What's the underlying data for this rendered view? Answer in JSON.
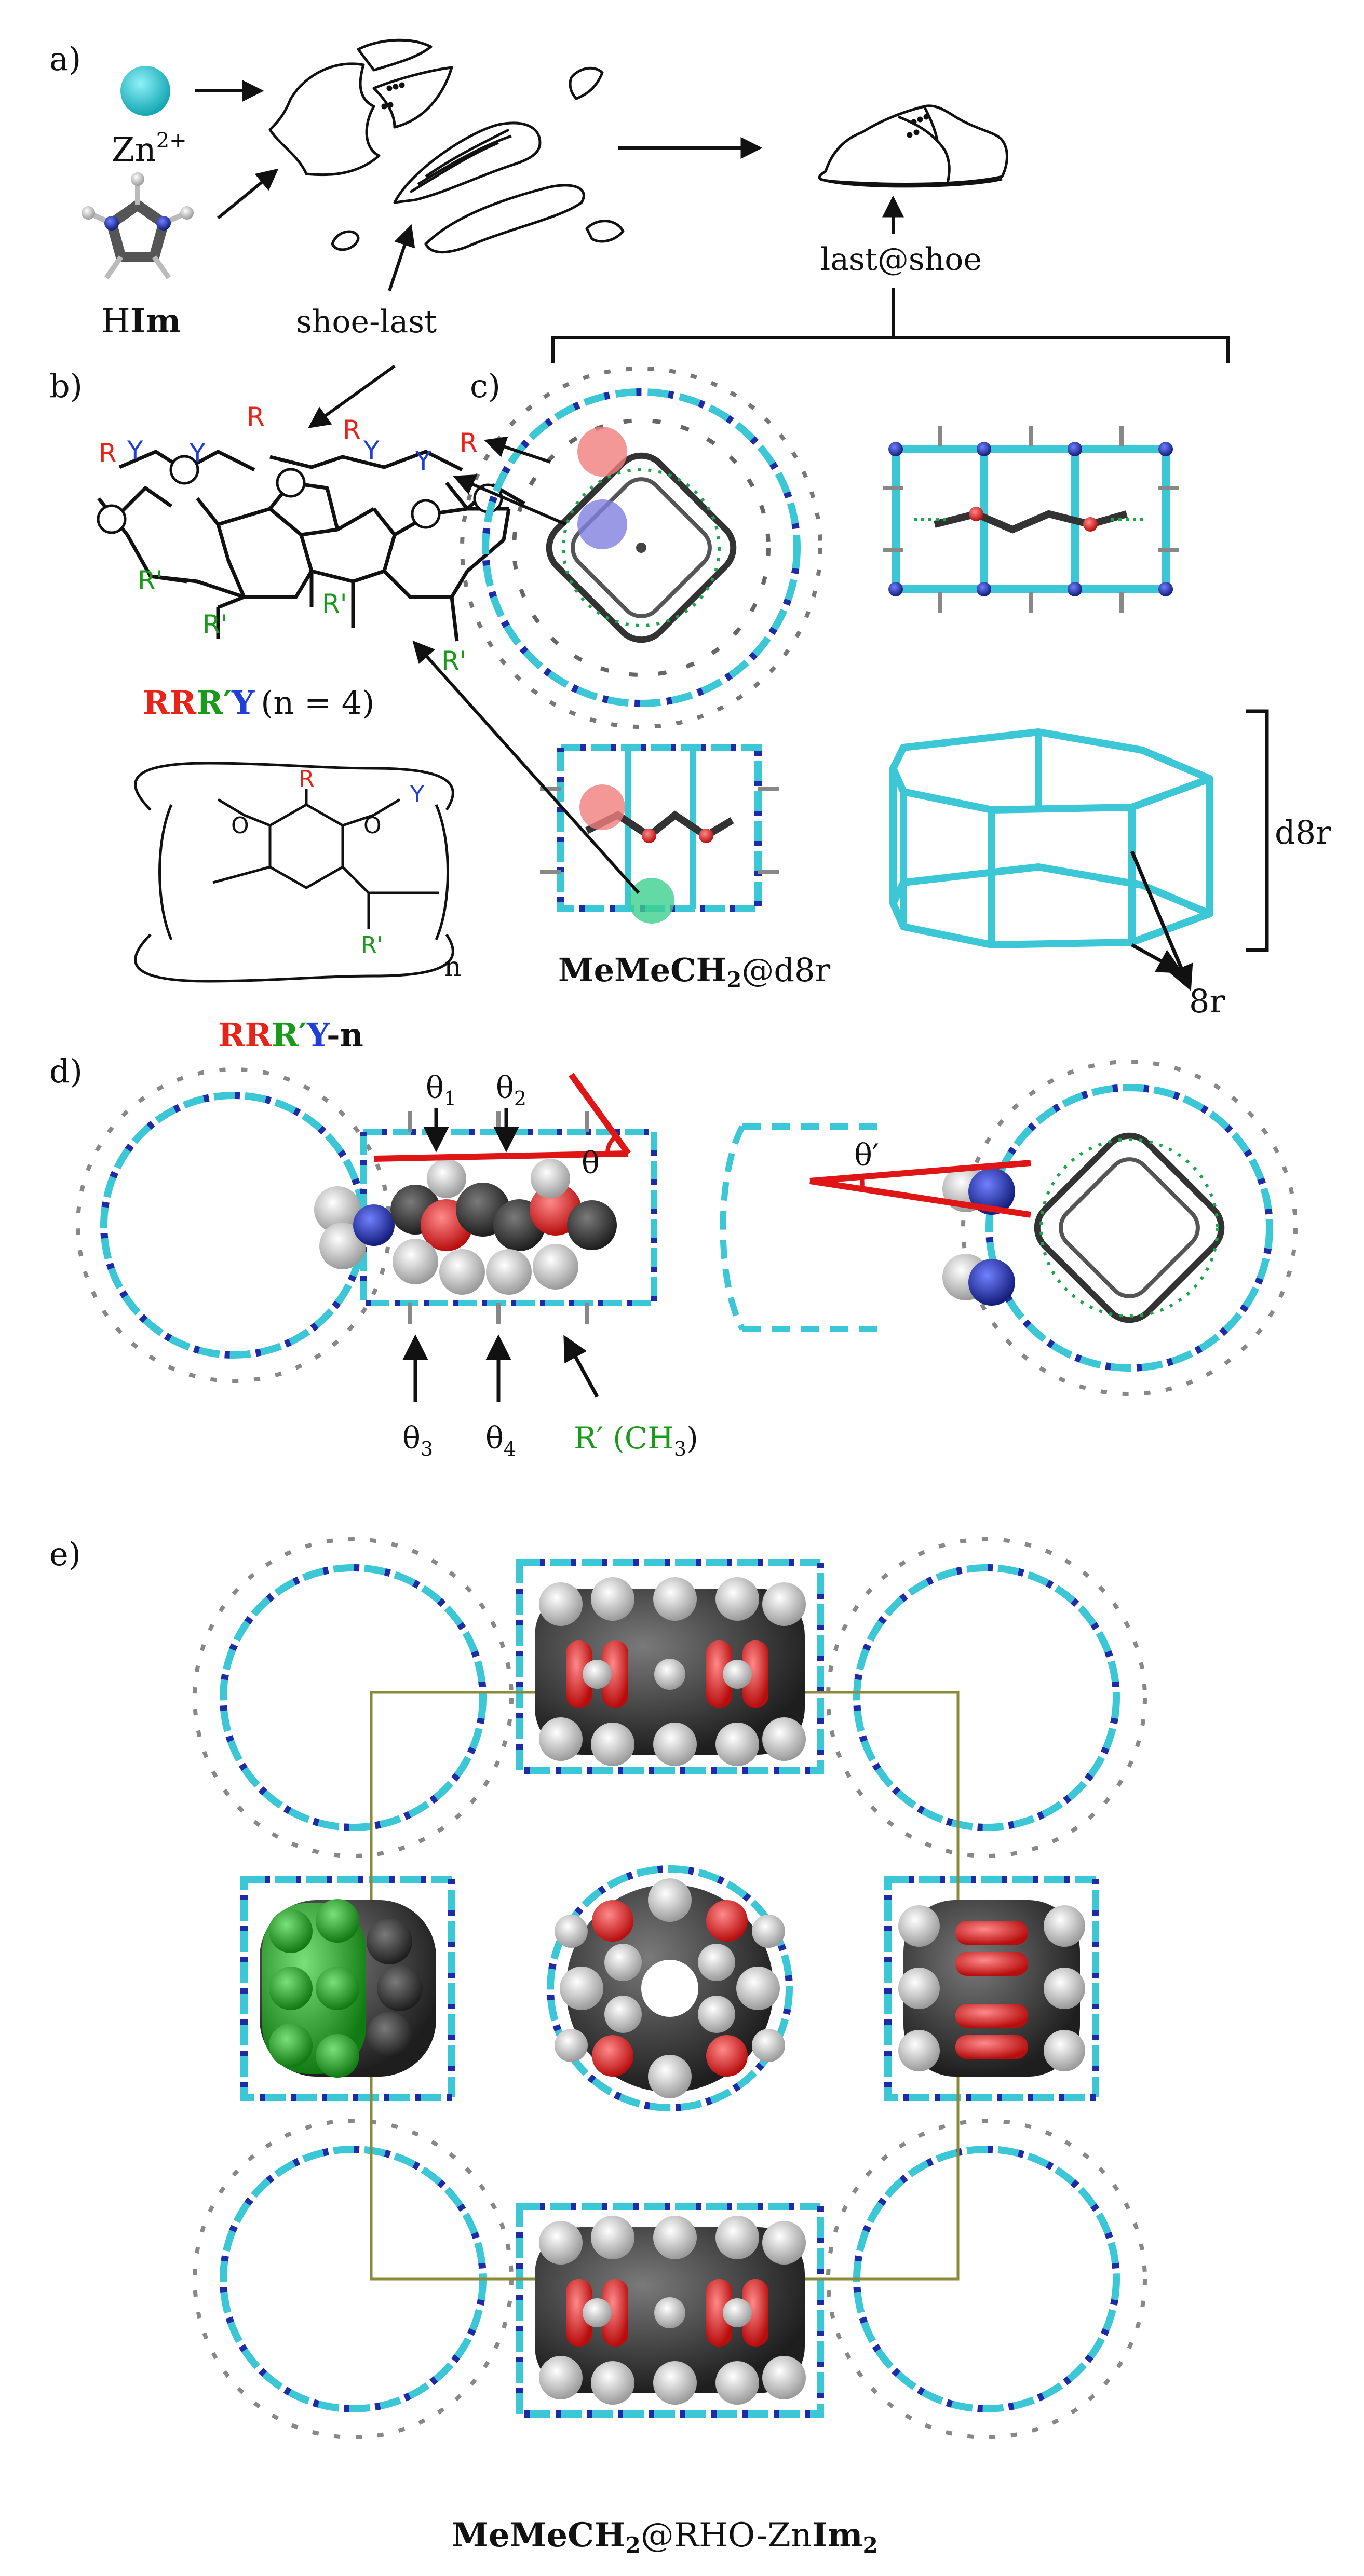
{
  "panels": {
    "a": "a)",
    "b": "b)",
    "c": "c)",
    "d": "d)",
    "e": "e)"
  },
  "panel_a": {
    "zn": "Zn",
    "zn_sup": "2+",
    "him_h": "H",
    "him_im": "Im",
    "shoe_last": "shoe-last",
    "last_at_shoe": "last@shoe"
  },
  "panel_b": {
    "sub_R": "R",
    "sub_Y": "Y",
    "sub_Rp": "R'",
    "title_R": "R",
    "title_Rp": "R′",
    "title_Y": "Y",
    "title_n": "(n = 4)",
    "formula_R": "R",
    "formula_Y": "Y",
    "formula_Rp": "R'",
    "formula_n": "n",
    "formula_O": "O",
    "name_R": "R",
    "name_Rp": "R′",
    "name_Y": "Y",
    "name_n": "-n"
  },
  "panel_c": {
    "guest_main": "MeMeCH",
    "guest_sub": "2",
    "guest_host": "@d8r",
    "d8r": "d8r",
    "r8": "8r"
  },
  "panel_d": {
    "t1": "θ",
    "t1s": "1",
    "t2": "θ",
    "t2s": "2",
    "t3": "θ",
    "t3s": "3",
    "t4": "θ",
    "t4s": "4",
    "theta": "θ",
    "theta_p": "θ′",
    "rp": "R′ (CH",
    "rp_sub": "3",
    "rp_end": ")"
  },
  "panel_e": {
    "cap_main": "MeMeCH",
    "cap_sub": "2",
    "cap_host": "@RHO-Zn",
    "cap_im": "Im",
    "cap_im_sub": "2"
  },
  "colors": {
    "zn": "#2ec9d6",
    "frame": "#3cc7d6",
    "nitrogen": "#1d2ba6",
    "carbon": "#444444",
    "hydrogen": "#d0d0d0",
    "oxygen": "#e01515",
    "red_label": "#e8231a",
    "green_label": "#1a9a1a",
    "blue_label": "#1f3fd6",
    "highlight_red": "#f07d7d",
    "highlight_blue": "#7f7fe0",
    "highlight_green": "#3ccf90",
    "unit_cell": "#8a8a3a",
    "guest_green": "#2aa52a"
  }
}
